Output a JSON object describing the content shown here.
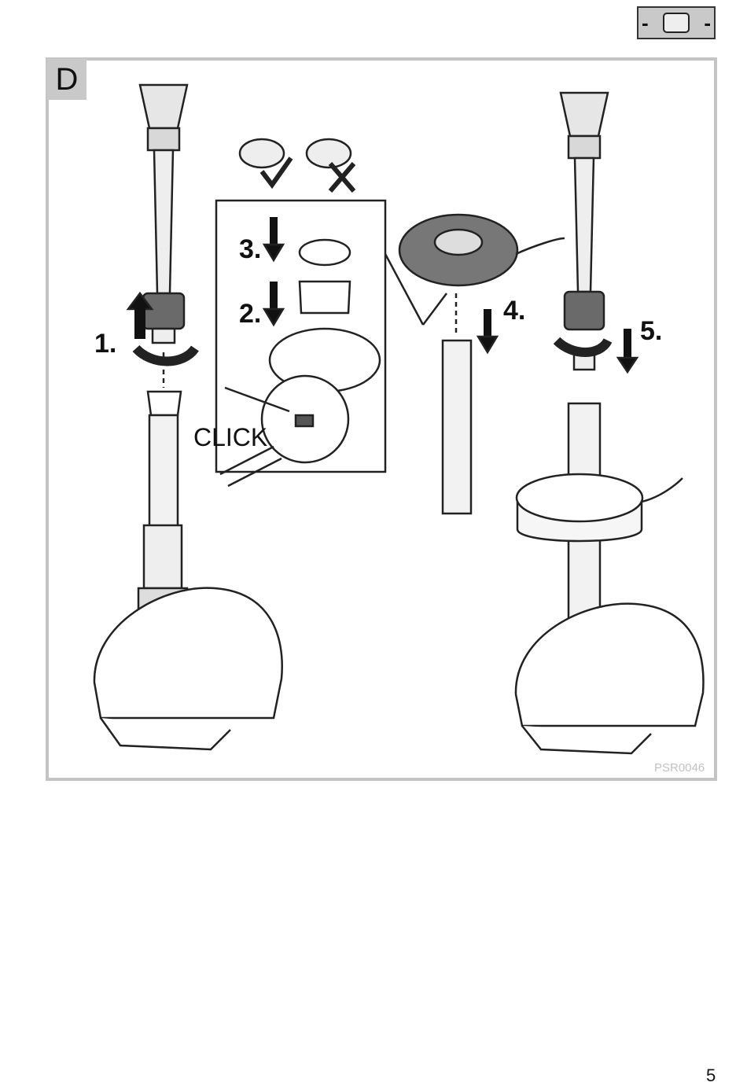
{
  "header": {
    "tab_left": "-",
    "tab_right": "-"
  },
  "figure": {
    "label": "D",
    "steps": [
      "1.",
      "2.",
      "3.",
      "4.",
      "5."
    ],
    "click_text": "CLICK",
    "code": "PSR0046"
  },
  "page_number": "5"
}
